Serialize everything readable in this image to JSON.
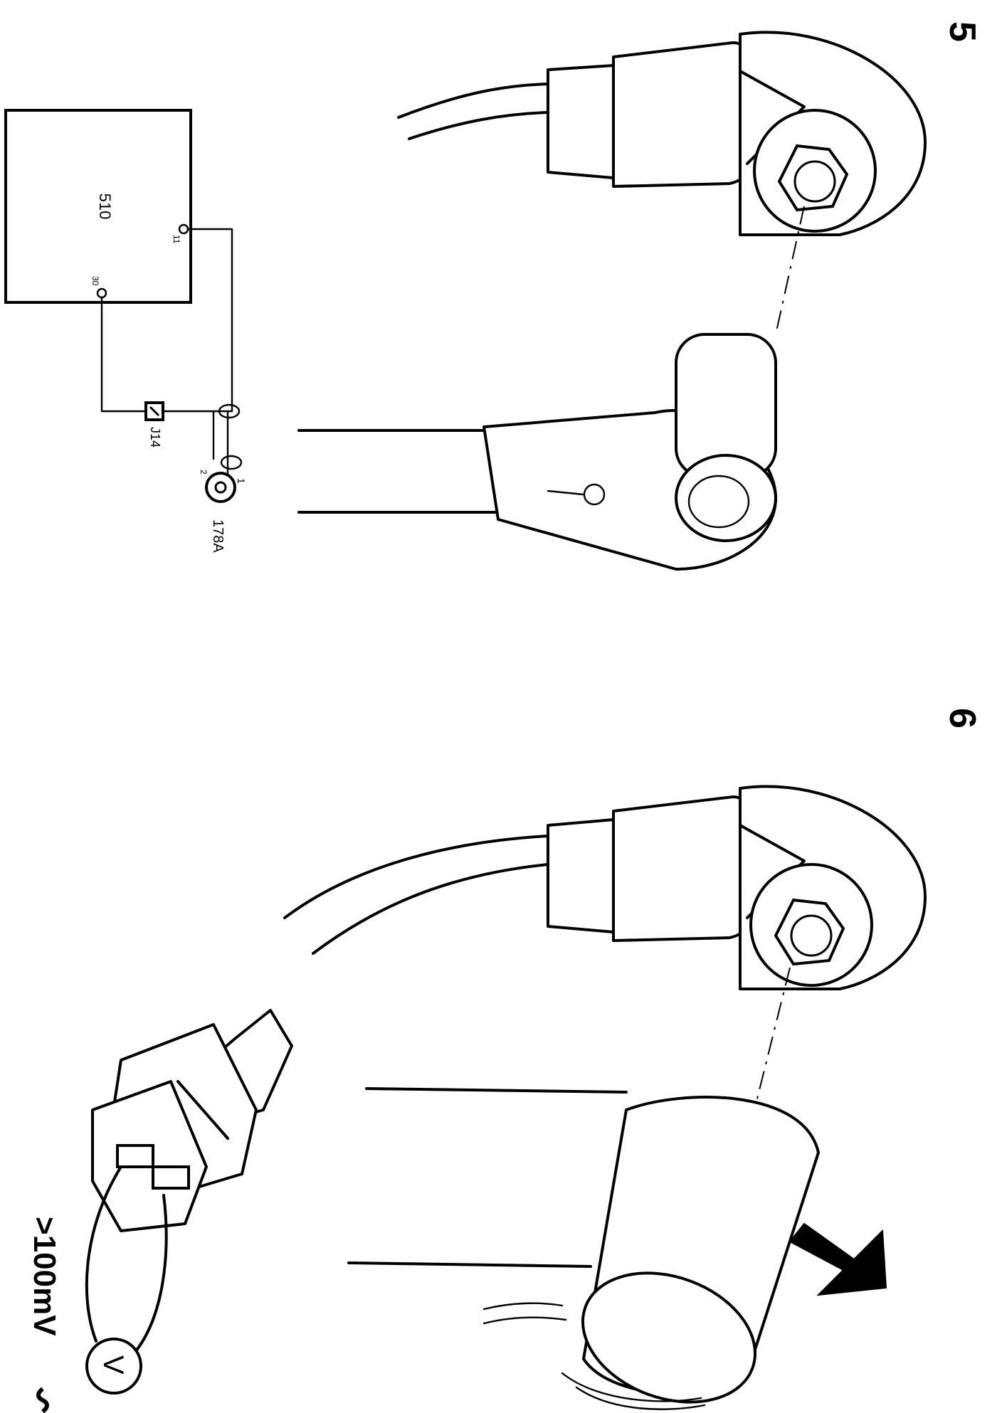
{
  "figure_5": {
    "number": "5"
  },
  "figure_6": {
    "number": "6"
  },
  "schematic": {
    "control_unit": "510",
    "pin_30": "30",
    "pin_11": "11",
    "connector": "J14",
    "sensor": "178A",
    "sensor_pin_1": "1",
    "sensor_pin_2": "2"
  },
  "meter": {
    "symbol": "V",
    "reading": ">100mV"
  }
}
